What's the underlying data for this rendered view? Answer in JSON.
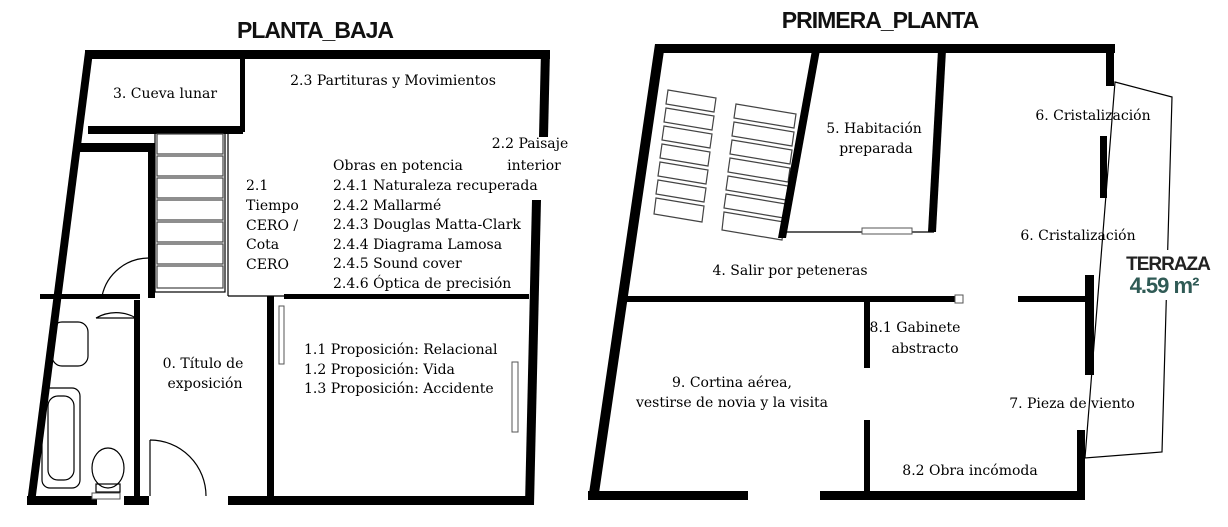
{
  "ground_floor": {
    "title": "PLANTA_BAJA",
    "rooms": {
      "cueva": "3. Cueva lunar",
      "partituras": "2.3 Partituras y Movimientos",
      "paisaje": [
        "2.2 Paisaje",
        "interior"
      ],
      "tiempo": [
        "2.1",
        "Tiempo",
        "CERO /",
        "Cota",
        "CERO"
      ],
      "obras": [
        "Obras en potencia",
        "2.4.1 Naturaleza recuperada",
        "2.4.2 Mallarmé",
        "2.4.3 Douglas Matta-Clark",
        "2.4.4 Diagrama Lamosa",
        "2.4.5 Sound cover",
        "2.4.6 Óptica de precisión"
      ],
      "titulo": [
        "0. Título de",
        "exposición"
      ],
      "proposiciones": [
        "1.1 Proposición: Relacional",
        "1.2 Proposición: Vida",
        "1.3 Proposición: Accidente"
      ]
    }
  },
  "first_floor": {
    "title": "PRIMERA_PLANTA",
    "rooms": {
      "habitacion": [
        "5. Habitación",
        "preparada"
      ],
      "cristal1": "6. Cristalización",
      "cristal2": "6. Cristalización",
      "salir": "4. Salir por peteneras",
      "gabinete": [
        "8.1 Gabinete",
        "abstracto"
      ],
      "cortina": [
        "9. Cortina aérea,",
        "vestirse de novia y la visita"
      ],
      "viento": "7. Pieza de viento",
      "obra": "8.2 Obra incómoda"
    }
  },
  "terrace": {
    "label": "TERRAZA",
    "area": "4.59 m²",
    "area_color": "#2f5a55"
  }
}
